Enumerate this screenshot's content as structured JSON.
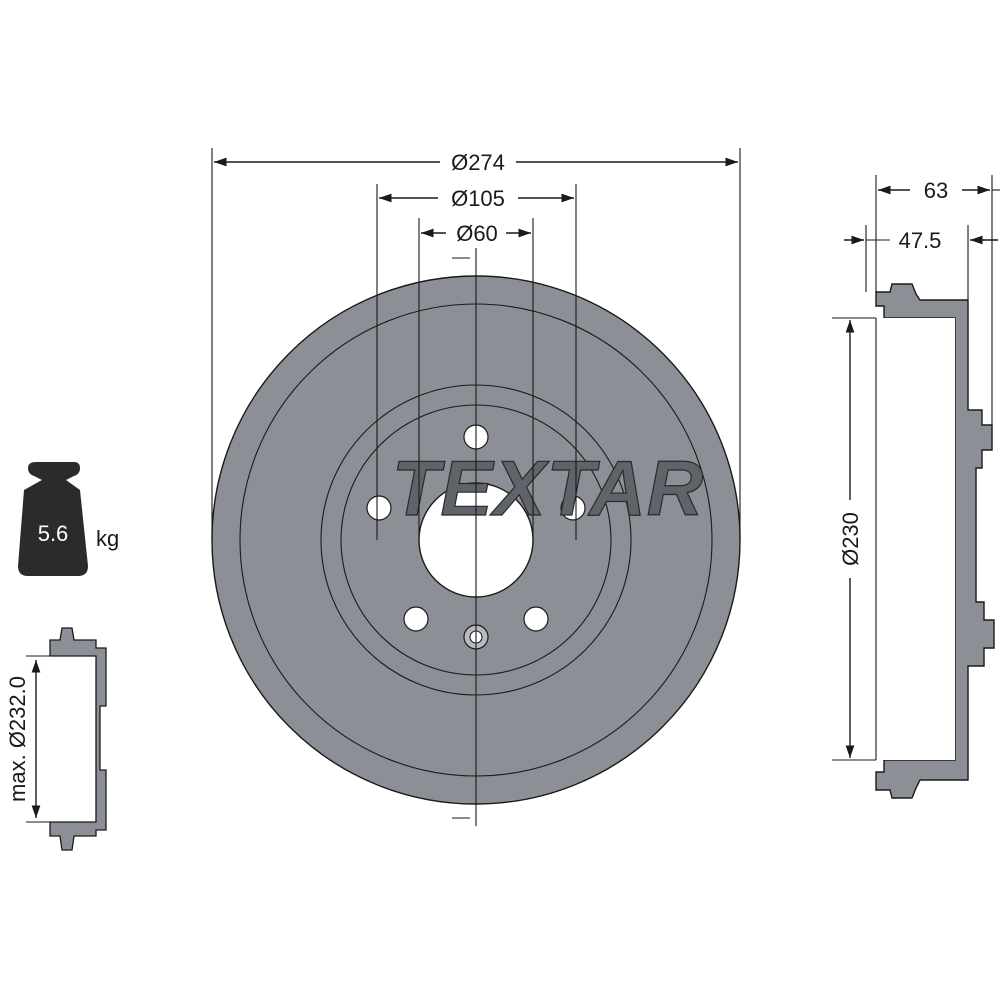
{
  "dimensions": {
    "outer_diameter": "Ø274",
    "bolt_circle_diameter": "Ø105",
    "center_bore_diameter": "Ø60",
    "overall_height": "63",
    "inner_height": "47.5",
    "drum_inner_diameter": "Ø230",
    "max_inner_diameter": "max. Ø232.0"
  },
  "weight": {
    "value": "5.6",
    "unit": "kg"
  },
  "brand": {
    "name": "TEXTAR"
  },
  "colors": {
    "part_fill": "#8c9096",
    "line": "#1a1a1a",
    "weight_icon": "#2b2b2b",
    "background": "#ffffff"
  }
}
